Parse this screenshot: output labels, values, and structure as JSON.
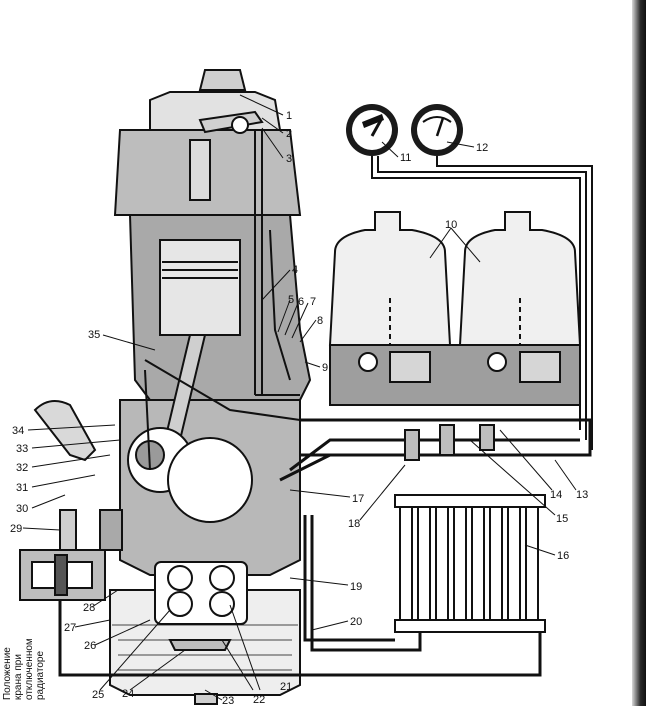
{
  "diagram": {
    "callouts": [
      {
        "n": "1"
      },
      {
        "n": "2"
      },
      {
        "n": "3"
      },
      {
        "n": "4"
      },
      {
        "n": "5"
      },
      {
        "n": "6"
      },
      {
        "n": "7"
      },
      {
        "n": "8"
      },
      {
        "n": "9"
      },
      {
        "n": "10"
      },
      {
        "n": "11"
      },
      {
        "n": "12"
      },
      {
        "n": "13"
      },
      {
        "n": "14"
      },
      {
        "n": "15"
      },
      {
        "n": "16"
      },
      {
        "n": "17"
      },
      {
        "n": "18"
      },
      {
        "n": "19"
      },
      {
        "n": "20"
      },
      {
        "n": "21"
      },
      {
        "n": "22"
      },
      {
        "n": "23"
      },
      {
        "n": "24"
      },
      {
        "n": "25"
      },
      {
        "n": "26"
      },
      {
        "n": "27"
      },
      {
        "n": "28"
      },
      {
        "n": "29"
      },
      {
        "n": "30"
      },
      {
        "n": "31"
      },
      {
        "n": "32"
      },
      {
        "n": "33"
      },
      {
        "n": "34"
      },
      {
        "n": "35"
      }
    ],
    "side_caption": [
      "Положение",
      "крана при",
      "отключенном",
      "радиаторе"
    ]
  }
}
